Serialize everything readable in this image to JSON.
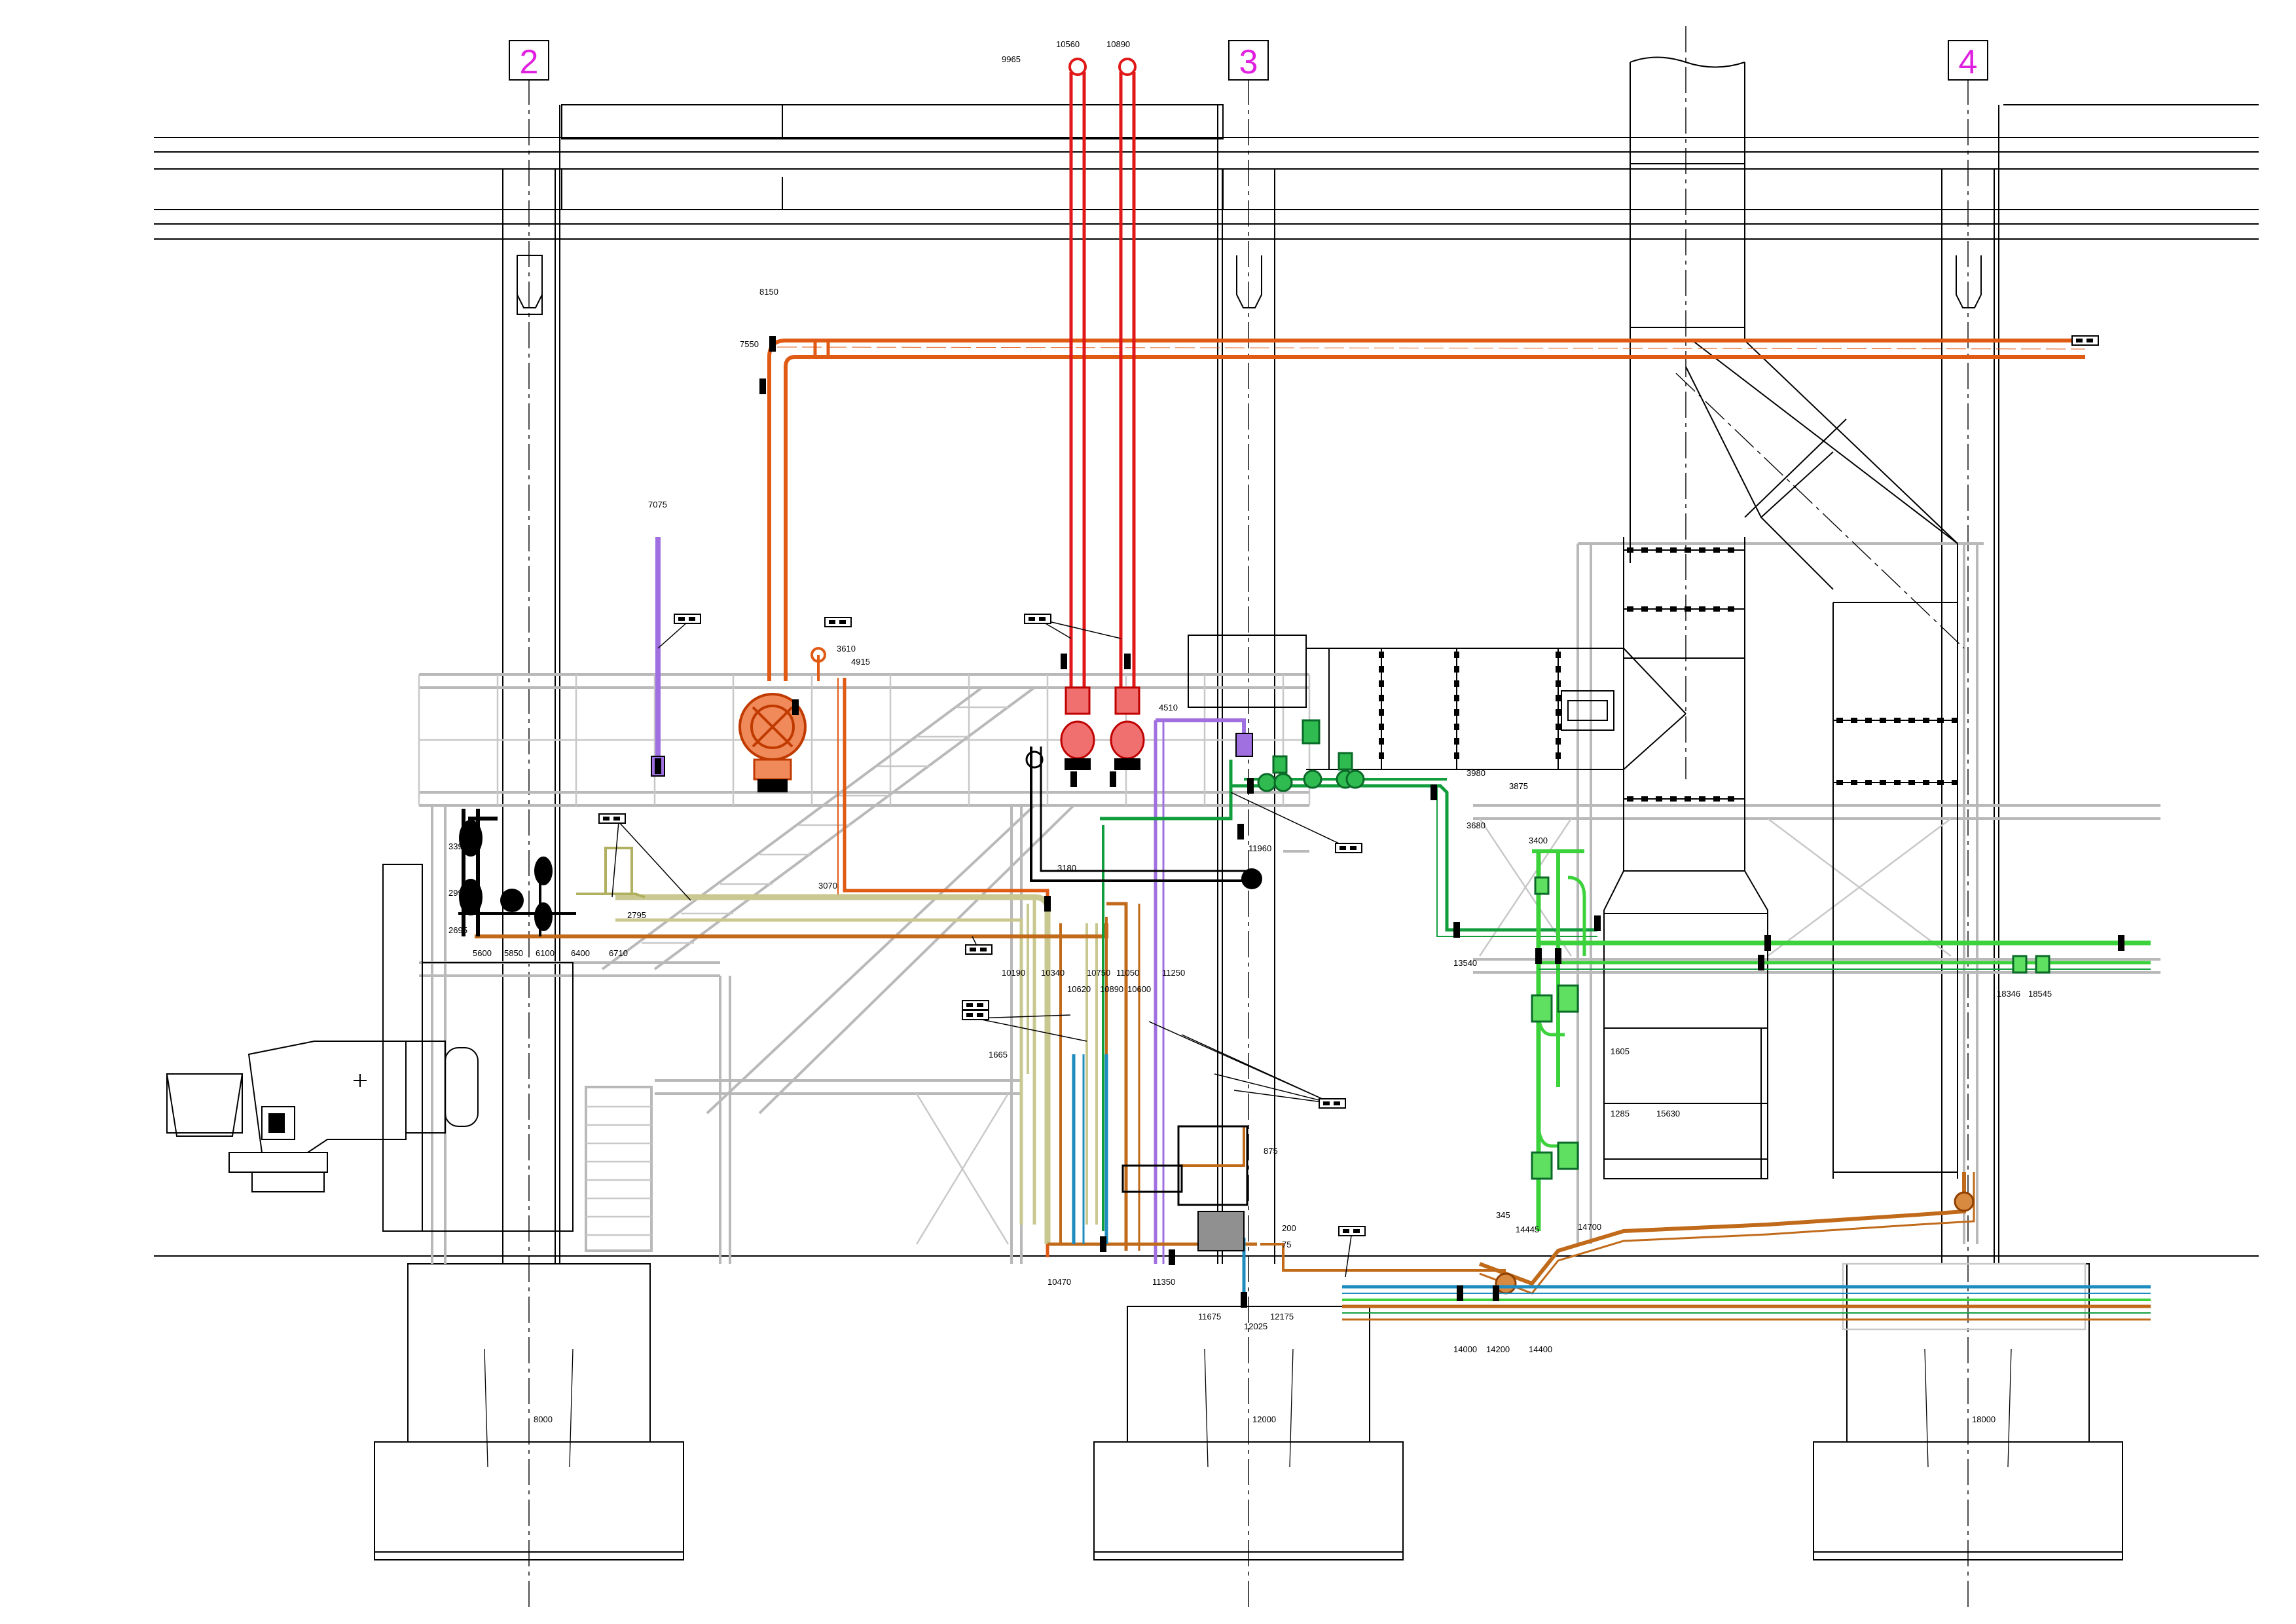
{
  "colors": {
    "axis_label": "#e020e0",
    "hot_steam": "#e01818",
    "orange_line": "#e05a14",
    "brown_line": "#c06a1a",
    "khaki_line": "#c8c890",
    "violet_line": "#a070e0",
    "green_dark": "#129d3d",
    "green_light": "#3cd23c",
    "blue_line": "#1e8cbf",
    "structure_grey": "#b9b9b9"
  },
  "axes": [
    "2",
    "3",
    "4"
  ],
  "elevations": [
    "10560",
    "10890",
    "9965",
    "8150",
    "7550",
    "7075",
    "3610",
    "4915",
    "4510",
    "11960",
    "3980",
    "3875",
    "3680",
    "3400",
    "13540",
    "3395",
    "2995",
    "2695",
    "2795",
    "3070",
    "3180",
    "5600",
    "5850",
    "6100",
    "6400",
    "6710",
    "10190",
    "10340",
    "10620",
    "10750",
    "10890",
    "11050",
    "10600",
    "11250",
    "1665",
    "18346",
    "18545",
    "1605",
    "1285",
    "15630",
    "345",
    "14445",
    "14700",
    "875",
    "200",
    "75",
    "10470",
    "11350",
    "11675",
    "12025",
    "12175",
    "14000",
    "14200",
    "14400",
    "8000",
    "12000",
    "18000"
  ]
}
